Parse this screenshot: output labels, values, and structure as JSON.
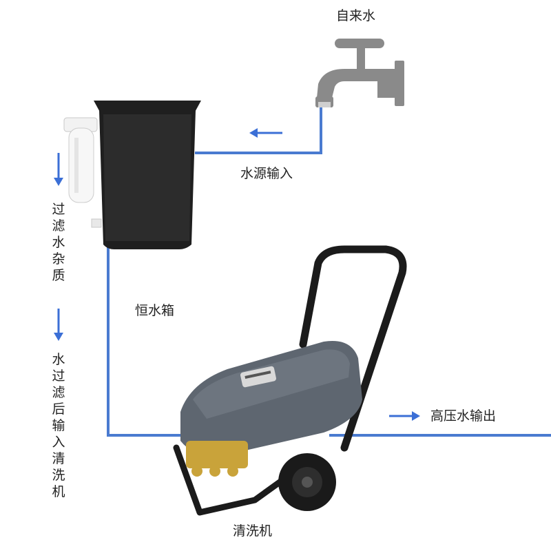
{
  "labels": {
    "tap_water": "自来水",
    "water_input": "水源输入",
    "constant_tank": "恒水箱",
    "high_pressure_output": "高压水输出",
    "washer": "清洗机",
    "filter_impurities": "过滤水杂质",
    "filtered_to_washer": "水过滤后输入清洗机"
  },
  "colors": {
    "pipe": "#4a7bd0",
    "arrow": "#3b6fd6",
    "faucet": "#8a8a8a",
    "tank": "#1f1f1f",
    "washer_body": "#5e6670",
    "pump_brass": "#c9a33a"
  },
  "icons": [
    "faucet-icon",
    "water-tank-icon",
    "water-filter-icon",
    "pressure-washer-icon"
  ]
}
